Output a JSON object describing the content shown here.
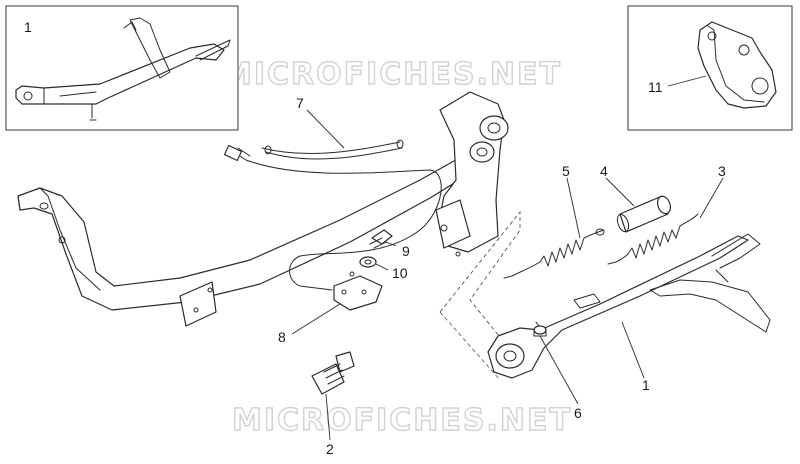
{
  "watermark": "MICROFICHES.NET",
  "callouts": [
    {
      "id": "c1-inset",
      "text": "1"
    },
    {
      "id": "c11",
      "text": "11"
    },
    {
      "id": "c7",
      "text": "7"
    },
    {
      "id": "c5",
      "text": "5"
    },
    {
      "id": "c4",
      "text": "4"
    },
    {
      "id": "c3",
      "text": "3"
    },
    {
      "id": "c9",
      "text": "9"
    },
    {
      "id": "c10",
      "text": "10"
    },
    {
      "id": "c8",
      "text": "8"
    },
    {
      "id": "c1",
      "text": "1"
    },
    {
      "id": "c6",
      "text": "6"
    },
    {
      "id": "c2",
      "text": "2"
    }
  ]
}
